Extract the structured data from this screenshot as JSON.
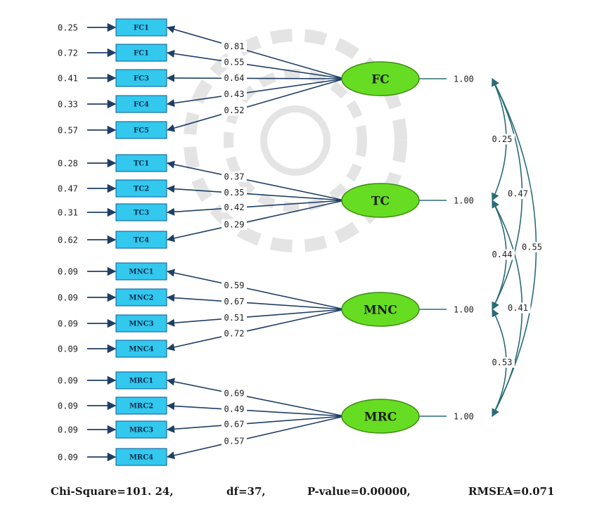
{
  "errors": [
    "0.25",
    "0.72",
    "0.41",
    "0.33",
    "0.57",
    "0.28",
    "0.47",
    "0.31",
    "0.62",
    "0.09",
    "0.09",
    "0.09",
    "0.09",
    "0.09",
    "0.09",
    "0.09",
    "0.09"
  ],
  "indicators": [
    "FC1",
    "FC1",
    "FC3",
    "FC4",
    "FC5",
    "TC1",
    "TC2",
    "TC3",
    "TC4",
    "MNC1",
    "MNC2",
    "MNC3",
    "MNC4",
    "MRC1",
    "MRC2",
    "MRC3",
    "MRC4"
  ],
  "loadings": [
    "0.81",
    "0.55",
    "0.64",
    "0.43",
    "0.52",
    "0.37",
    "0.35",
    "0.42",
    "0.29",
    "0.59",
    "0.67",
    "0.51",
    "0.72",
    "0.69",
    "0.49",
    "0.67",
    "0.57"
  ],
  "latents": [
    {
      "label": "FC",
      "variance": "1.00"
    },
    {
      "label": "TC",
      "variance": "1.00"
    },
    {
      "label": "MNC",
      "variance": "1.00"
    },
    {
      "label": "MRC",
      "variance": "1.00"
    }
  ],
  "correlations": [
    {
      "from": "FC",
      "to": "TC",
      "value": "0.25"
    },
    {
      "from": "FC",
      "to": "MNC",
      "value": "0.47"
    },
    {
      "from": "TC",
      "to": "MNC",
      "value": "0.44"
    },
    {
      "from": "FC",
      "to": "MRC",
      "value": "0.55"
    },
    {
      "from": "TC",
      "to": "MRC",
      "value": "0.41"
    },
    {
      "from": "MNC",
      "to": "MRC",
      "value": "0.53"
    }
  ],
  "fit": {
    "chi_square": "Chi-Square=101. 24,",
    "df": "df=37,",
    "p_value": "P-value=0.00000,",
    "rmsea": "RMSEA=0.071"
  },
  "colors": {
    "indicator_fill": "#33c8ee",
    "indicator_border": "#1a6fa6",
    "latent_fill": "#66dd22",
    "latent_border": "#3c8c10",
    "arrow": "#1f3e66",
    "curve": "#2a6b78"
  }
}
